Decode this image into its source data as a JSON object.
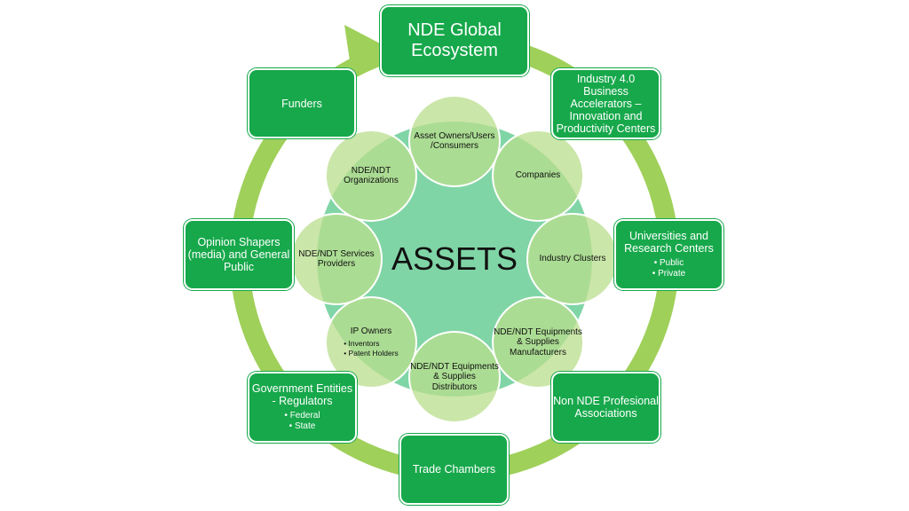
{
  "title": "NDE Global Ecosystem",
  "center_label": "ASSETS",
  "colors": {
    "box": "#17a84b",
    "ring": "#9fd05a",
    "core": "#80d5a6",
    "satellite": "#b9de8c"
  },
  "outer_boxes": {
    "funders": {
      "label": "Funders"
    },
    "industry": {
      "label": "Industry 4.0 Business Accelerators – Innovation and Productivity Centers"
    },
    "opinion": {
      "label": "Opinion Shapers (media) and General Public"
    },
    "universities": {
      "label": "Universities and Research Centers",
      "bullets": [
        "Public",
        "Private"
      ]
    },
    "government": {
      "label": "Government Entities - Regulators",
      "bullets": [
        "Federal",
        "State"
      ]
    },
    "non_nde": {
      "label": "Non NDE Profesional Associations"
    },
    "trade": {
      "label": "Trade Chambers"
    }
  },
  "satellites": {
    "asset_owners": "Asset Owners/Users /Consumers",
    "companies": "Companies",
    "clusters": "Industry Clusters",
    "manufacturers": "NDE/NDT Equipments & Supplies Manufacturers",
    "distributors": "NDE/NDT Equipments & Supplies Distributors",
    "ip_owners": {
      "label": "IP Owners",
      "bullets": [
        "Inventors",
        "Patent Holders"
      ]
    },
    "services": "NDE/NDT Services Providers",
    "organizations": "NDE/NDT Organizations"
  }
}
